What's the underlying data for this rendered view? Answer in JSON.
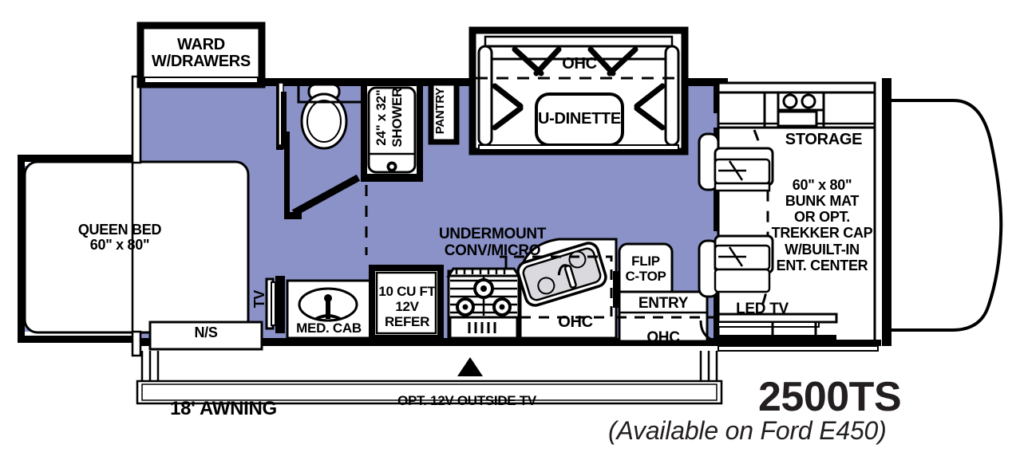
{
  "plan": {
    "model_name": "2500TS",
    "model_subtitle": "(Available on Ford E450)",
    "colors": {
      "floor": "#8a92c8",
      "wall": "#000000",
      "fill": "#ffffff",
      "text": "#000000",
      "sink_basin": "#d9d9de",
      "title": "#231f20"
    }
  },
  "labels": {
    "ward_drawers": "WARD\nW/DRAWERS",
    "queen_bed": "QUEEN BED\n60\" x 80\"",
    "ns": "N/S",
    "tv": "TV",
    "med_cab": "MED. CAB",
    "shower": "24\" x 32\"\nSHOWER",
    "pantry": "PANTRY",
    "ohc_dinette": "OHC",
    "u_dinette": "U-DINETTE",
    "refer": "10 CU FT\n12V\nREFER",
    "undermount": "UNDERMOUNT\nCONV/MICRO",
    "ohc_galley": "OHC",
    "flip_ctop": "FLIP\nC-TOP",
    "entry": "ENTRY",
    "ohc_entry": "OHC",
    "storage": "STORAGE",
    "bunk": "60\" x 80\"\nBUNK MAT\nOR OPT.\nTREKKER CAP\nW/BUILT-IN\nENT. CENTER",
    "led_tv": "LED TV",
    "awning": "18' AWNING",
    "outside_tv": "OPT. 12V OUTSIDE TV"
  }
}
